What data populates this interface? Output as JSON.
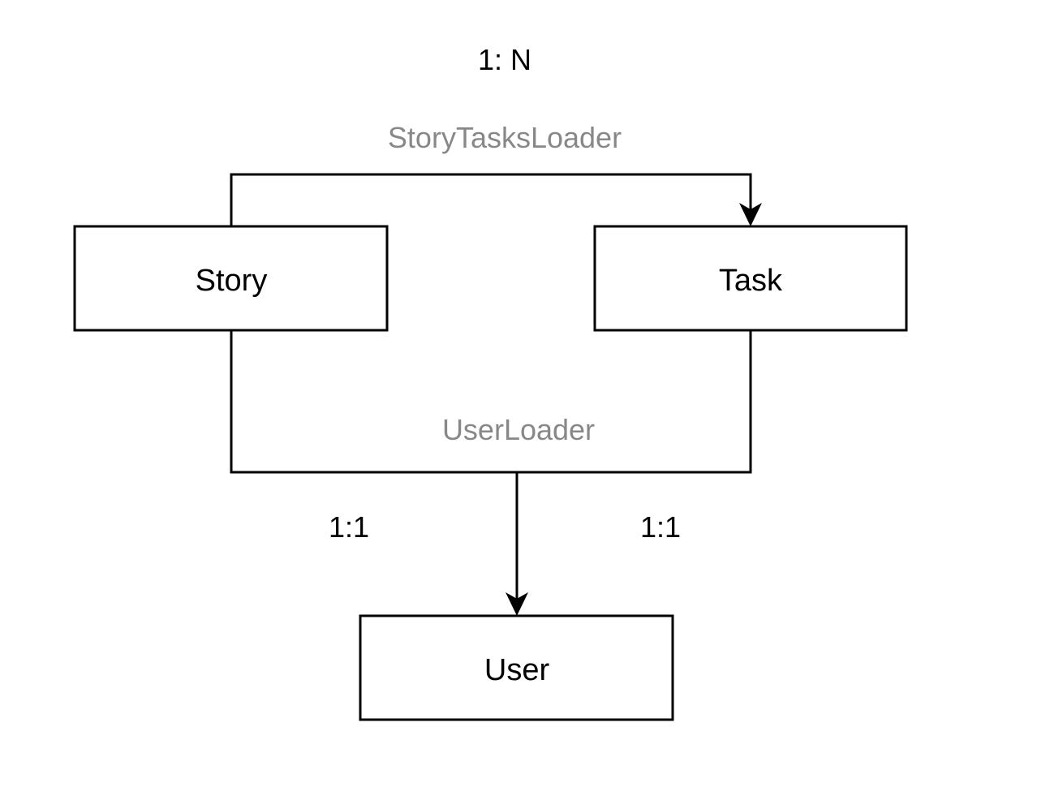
{
  "nodes": {
    "story": "Story",
    "task": "Task",
    "user": "User"
  },
  "edges": {
    "story_tasks": {
      "label": "StoryTasksLoader",
      "cardinality": "1: N"
    },
    "user_loader": {
      "label": "UserLoader",
      "story_cardinality": "1:1",
      "task_cardinality": "1:1"
    }
  },
  "colors": {
    "stroke": "#000000",
    "edge_label": "#888888",
    "text": "#000000",
    "background": "#ffffff"
  }
}
